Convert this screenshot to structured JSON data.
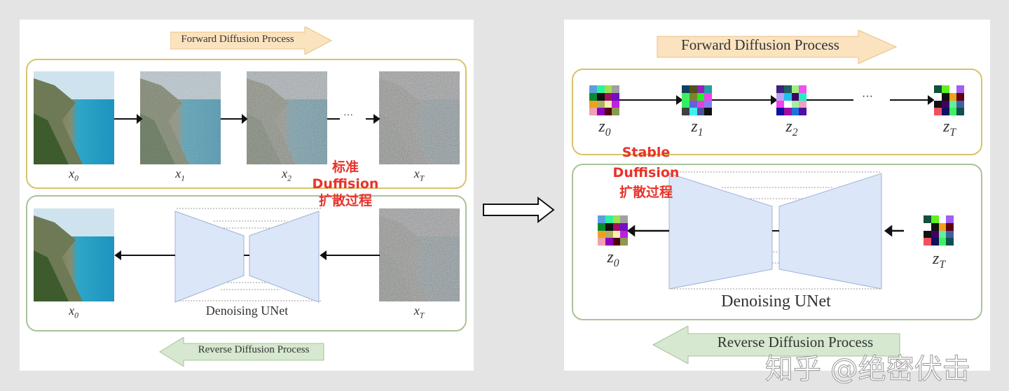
{
  "left": {
    "forward_label": "Forward Diffusion Process",
    "reverse_label": "Reverse Diffusion Process",
    "unet_label": "Denoising UNet",
    "forward_labels": [
      {
        "v": "x",
        "s": "0"
      },
      {
        "v": "x",
        "s": "1"
      },
      {
        "v": "x",
        "s": "2"
      },
      {
        "v": "x",
        "s": "T"
      }
    ],
    "reverse_labels": [
      {
        "v": "x",
        "s": "0"
      },
      {
        "v": "x",
        "s": "T"
      }
    ],
    "ellipsis": "···",
    "annotation": [
      "标准",
      "Duffision",
      "扩散过程"
    ]
  },
  "right": {
    "forward_label": "Forward Diffusion Process",
    "reverse_label": "Reverse Diffusion Process",
    "unet_label": "Denoising UNet",
    "forward_labels": [
      {
        "v": "z",
        "s": "0"
      },
      {
        "v": "z",
        "s": "1"
      },
      {
        "v": "z",
        "s": "2"
      },
      {
        "v": "z",
        "s": "T"
      }
    ],
    "reverse_labels": [
      {
        "v": "z",
        "s": "0"
      },
      {
        "v": "z",
        "s": "T"
      }
    ],
    "ellipsis": "···",
    "annotation": [
      "Stable",
      "Duffision",
      "扩散过程"
    ]
  },
  "watermark": "知乎 @绝密伏击",
  "colors": {
    "forward_arrow": "#fbe3c0",
    "reverse_arrow": "#d6e8cf",
    "unet": "#dbe6f8",
    "annotation": "#e8332a"
  }
}
